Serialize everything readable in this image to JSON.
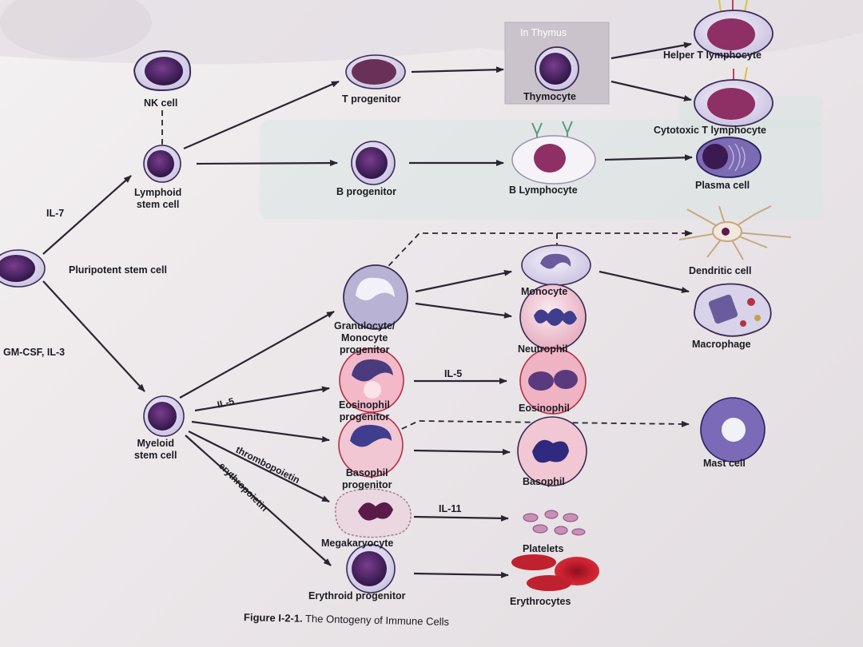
{
  "cells": {
    "nk": "NK cell",
    "lymphoid_line1": "Lymphoid",
    "lymphoid_line2": "stem cell",
    "pluripotent": "Pluripotent stem cell",
    "myeloid_line1": "Myeloid",
    "myeloid_line2": "stem cell",
    "t_progenitor": "T progenitor",
    "in_thymus": "In Thymus",
    "thymocyte": "Thymocyte",
    "helper_t": "Helper T lymphocyte",
    "cytotoxic_t": "Cytotoxic T lymphocyte",
    "b_progenitor": "B progenitor",
    "b_lymphocyte": "B Lymphocyte",
    "plasma_cell": "Plasma cell",
    "dendritic_cell": "Dendritic cell",
    "granulocyte_line1": "Granulocyte/",
    "granulocyte_line2": "Monocyte",
    "granulocyte_line3": "progenitor",
    "monocyte": "Monocyte",
    "neutrophil": "Neutrophil",
    "macrophage": "Macrophage",
    "eosinophil_prog_line1": "Eosinophil",
    "eosinophil_prog_line2": "progenitor",
    "eosinophil": "Eosinophil",
    "mast_cell": "Mast cell",
    "basophil_prog_line1": "Basophil",
    "basophil_prog_line2": "progenitor",
    "basophil": "Basophil",
    "megakaryocyte": "Megakaryocyte",
    "platelets": "Platelets",
    "erythroid_progenitor": "Erythroid progenitor",
    "erythrocytes": "Erythrocytes"
  },
  "factors": {
    "il7": "IL-7",
    "gmcsf": "GM-CSF, IL-3",
    "il5_a": "IL-5",
    "il5_b": "IL-5",
    "thrombopoietin": "thrombopoietin",
    "erythropoietin": "erythropoietin",
    "il11": "IL-11"
  },
  "caption": {
    "prefix": "Figure I-2-1.",
    "text": " The Ontogeny of Immune Cells"
  },
  "colors": {
    "nucleus": "#4a2466",
    "cell_body": "#d9d3ea",
    "arrow": "#2a2530",
    "granule_red": "#b5304a",
    "rbc": "#c0212f",
    "thymus_box": "#c8c0c8"
  }
}
